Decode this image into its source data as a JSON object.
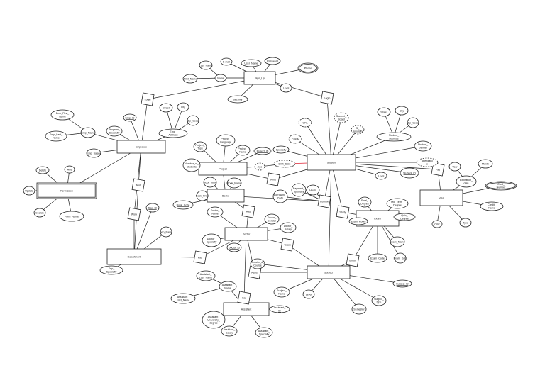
{
  "entities": [
    {
      "id": "signup",
      "label": "Sign_Up"
    },
    {
      "id": "employee",
      "label": "Employee"
    },
    {
      "id": "student",
      "label": "Student"
    },
    {
      "id": "project",
      "label": "Project"
    },
    {
      "id": "books",
      "label": "Books"
    },
    {
      "id": "doctor",
      "label": "Doctor"
    },
    {
      "id": "department",
      "label": "Department"
    },
    {
      "id": "subject",
      "label": "Subject"
    },
    {
      "id": "exam",
      "label": "Exam"
    },
    {
      "id": "visa",
      "label": "Visa"
    },
    {
      "id": "assistant",
      "label": "Assistant"
    },
    {
      "id": "permission",
      "label": "Permission"
    }
  ],
  "relationships": [
    {
      "id": "r1",
      "label": "Login"
    },
    {
      "id": "r2",
      "label": "Login"
    },
    {
      "id": "r3",
      "label": "Work"
    },
    {
      "id": "r4",
      "label": "Write"
    },
    {
      "id": "r5",
      "label": "Has"
    },
    {
      "id": "r6",
      "label": "Borrow"
    },
    {
      "id": "r7",
      "label": "Teach"
    },
    {
      "id": "r8",
      "label": "Study"
    },
    {
      "id": "r9",
      "label": "Enroll"
    },
    {
      "id": "r10",
      "label": "Pay"
    },
    {
      "id": "r11",
      "label": "Has"
    },
    {
      "id": "r12",
      "label": "Work"
    },
    {
      "id": "r13",
      "label": "Assist"
    },
    {
      "id": "r14",
      "label": "Has"
    }
  ],
  "attributes": [
    {
      "id": "a1",
      "label": "Last_Name"
    },
    {
      "id": "a2",
      "label": "E-mail"
    },
    {
      "id": "a3",
      "label": "User_Name"
    },
    {
      "id": "a4",
      "label": "Password"
    },
    {
      "id": "a5",
      "label": "Phone"
    },
    {
      "id": "a6",
      "label": "First_Name"
    },
    {
      "id": "a7",
      "label": "Name"
    },
    {
      "id": "a8",
      "label": "Level"
    },
    {
      "id": "a9",
      "label": "Security"
    },
    {
      "id": "a10",
      "label": "Emp_First_Name"
    },
    {
      "id": "a11",
      "label": "Emp_Last_Name"
    },
    {
      "id": "a12",
      "label": "Emp_Name"
    },
    {
      "id": "a13",
      "label": "Emp_ID"
    },
    {
      "id": "a14",
      "label": "Program_Specialty"
    },
    {
      "id": "a15",
      "label": "Street"
    },
    {
      "id": "a16",
      "label": "City"
    },
    {
      "id": "a17",
      "label": "Zip_Code"
    },
    {
      "id": "a18",
      "label": "Emp_Address"
    },
    {
      "id": "a19",
      "label": "Emp_Salary"
    },
    {
      "id": "a20",
      "label": "GPA"
    },
    {
      "id": "a21",
      "label": "Student_Board"
    },
    {
      "id": "a22",
      "label": "S_Specialty"
    },
    {
      "id": "a23",
      "label": "Street"
    },
    {
      "id": "a24",
      "label": "City"
    },
    {
      "id": "a25",
      "label": "Zip_Code"
    },
    {
      "id": "a26",
      "label": "Student_Address"
    },
    {
      "id": "a27",
      "label": "Student_Gender"
    },
    {
      "id": "a28",
      "label": "CGPA"
    },
    {
      "id": "a29",
      "label": "Specialty"
    },
    {
      "id": "a30",
      "label": "Attendance"
    },
    {
      "id": "a31",
      "label": "Level"
    },
    {
      "id": "a32",
      "label": "Student_ID"
    },
    {
      "id": "a33",
      "label": "Project_Language"
    },
    {
      "id": "a34",
      "label": "Project_Type"
    },
    {
      "id": "a35",
      "label": "Project_Name"
    },
    {
      "id": "a36",
      "label": "Project_ID"
    },
    {
      "id": "a37",
      "label": "Number_of_students"
    },
    {
      "id": "a38",
      "label": "Birth_Date"
    },
    {
      "id": "a39",
      "label": "Age"
    },
    {
      "id": "a40",
      "label": "Book_Type"
    },
    {
      "id": "a41",
      "label": "Book_Name"
    },
    {
      "id": "a42",
      "label": "Book_Price"
    },
    {
      "id": "a43",
      "label": "Book_Code"
    },
    {
      "id": "a44",
      "label": "Doctor_Name"
    },
    {
      "id": "a45",
      "label": "Doctor_Gender"
    },
    {
      "id": "a46",
      "label": "Doctor_Salary"
    },
    {
      "id": "a47",
      "label": "Doctor_Specialty"
    },
    {
      "id": "a48",
      "label": "Doctor_ID"
    },
    {
      "id": "a49",
      "label": "Delete"
    },
    {
      "id": "a50",
      "label": "Add"
    },
    {
      "id": "a51",
      "label": "Update"
    },
    {
      "id": "a52",
      "label": "Search"
    },
    {
      "id": "a53",
      "label": "Form_Name"
    },
    {
      "id": "a54",
      "label": "Dep_ID"
    },
    {
      "id": "a55",
      "label": "Dep_Name"
    },
    {
      "id": "a56",
      "label": "Dep_Specialty"
    },
    {
      "id": "a57",
      "label": "Borrowing_Code"
    },
    {
      "id": "a58",
      "label": "Payment_Specialty"
    },
    {
      "id": "a59",
      "label": "Hours"
    },
    {
      "id": "a60",
      "label": "Final_Degree"
    },
    {
      "id": "a61",
      "label": "Mid_Term_Degree"
    },
    {
      "id": "a62",
      "label": "Quiz_Degree"
    },
    {
      "id": "a63",
      "label": "Exam_Room"
    },
    {
      "id": "a64",
      "label": "Exam_Name"
    },
    {
      "id": "a65",
      "label": "Exam_Code"
    },
    {
      "id": "a66",
      "label": "Exam_Date"
    },
    {
      "id": "a67",
      "label": "Year"
    },
    {
      "id": "a68",
      "label": "Month"
    },
    {
      "id": "a69",
      "label": "Expiration_date"
    },
    {
      "id": "a70",
      "label": "Card_Number"
    },
    {
      "id": "a71",
      "label": "Credit_Name"
    },
    {
      "id": "a72",
      "label": "CVC"
    },
    {
      "id": "a73",
      "label": "Type"
    },
    {
      "id": "a74",
      "label": "Subject_ID"
    },
    {
      "id": "a75",
      "label": "Subject_Name"
    },
    {
      "id": "a76",
      "label": "Level"
    },
    {
      "id": "a77",
      "label": "Semester"
    },
    {
      "id": "a78",
      "label": "Subject_type"
    },
    {
      "id": "a79",
      "label": "Require_d_Course"
    },
    {
      "id": "a80",
      "label": "Assistant_Last_Name"
    },
    {
      "id": "a81",
      "label": "Assistant_Name"
    },
    {
      "id": "a82",
      "label": "Assistant_First_Name"
    },
    {
      "id": "a83",
      "label": "Assistant_ID"
    },
    {
      "id": "a84",
      "label": "Assistant_University_degree"
    },
    {
      "id": "a85",
      "label": "Assistant_Salary"
    },
    {
      "id": "a86",
      "label": "Assistant_Specialty"
    }
  ]
}
